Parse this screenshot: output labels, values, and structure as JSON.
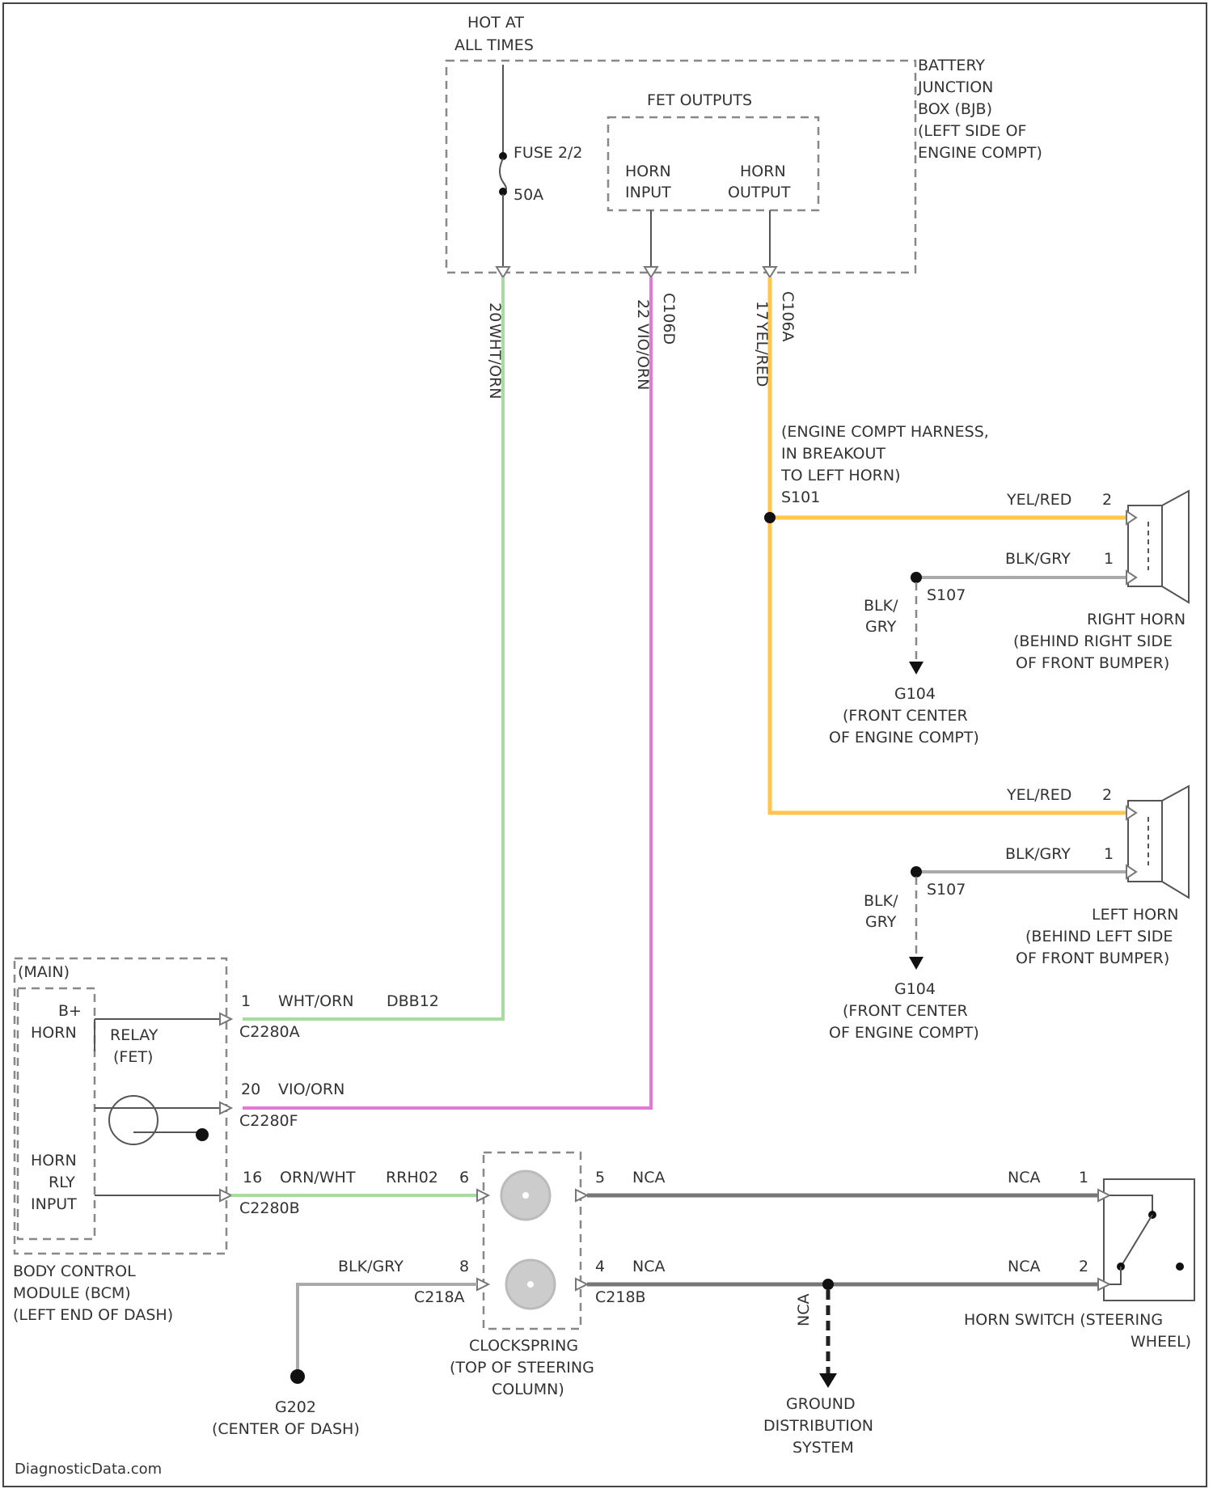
{
  "fuse": {
    "hot_1": "HOT AT",
    "hot_2": "ALL TIMES",
    "fuse_name": "FUSE 2/2",
    "fuse_amp": "50A"
  },
  "bjb": {
    "line1": "BATTERY",
    "line2": "JUNCTION",
    "line3": "BOX (BJB)",
    "line4": "(LEFT SIDE OF",
    "line5": "ENGINE COMPT)",
    "fet_title": "FET OUTPUTS",
    "horn_input_1": "HORN",
    "horn_input_2": "INPUT",
    "horn_output_1": "HORN",
    "horn_output_2": "OUTPUT"
  },
  "wire_labels": {
    "pin_a": "20",
    "pin_b": "22",
    "pin_c": "17",
    "wht_orn_vert": "WHT/ORN",
    "vio_orn_vert": "VIO/ORN",
    "yel_red_vert": "YEL/RED",
    "conn_a": "C106D",
    "conn_b": "C106A"
  },
  "harness": {
    "line1": "(ENGINE COMPT HARNESS,",
    "line2": "IN BREAKOUT",
    "line3": "TO LEFT HORN)",
    "splice": "S101"
  },
  "right_horn": {
    "yel_red": "YEL/RED",
    "pin2": "2",
    "blk_gry": "BLK/GRY",
    "pin1": "1",
    "splice": "S107",
    "blk": "BLK/",
    "gry": "GRY",
    "ground": "G104",
    "ground_loc1": "(FRONT CENTER",
    "ground_loc2": "OF ENGINE COMPT)",
    "name1": "RIGHT HORN",
    "name2": "(BEHIND RIGHT SIDE",
    "name3": "OF FRONT BUMPER)"
  },
  "left_horn": {
    "yel_red": "YEL/RED",
    "pin2": "2",
    "blk_gry": "BLK/GRY",
    "pin1": "1",
    "splice": "S107",
    "blk": "BLK/",
    "gry": "GRY",
    "ground": "G104",
    "ground_loc1": "(FRONT CENTER",
    "ground_loc2": "OF ENGINE COMPT)",
    "name1": "LEFT HORN",
    "name2": "(BEHIND LEFT SIDE",
    "name3": "OF FRONT BUMPER)"
  },
  "bcm": {
    "tag": "(MAIN)",
    "bplus": "B+",
    "horn": "HORN",
    "relay": "RELAY",
    "fet": "(FET)",
    "horn_rly1": "HORN",
    "horn_rly2": "RLY",
    "horn_rly3": "INPUT",
    "name1": "BODY CONTROL",
    "name2": "MODULE (BCM)",
    "name3": "(LEFT END OF DASH)",
    "w1_pin": "1",
    "w1_color": "WHT/ORN",
    "w1_code": "DBB12",
    "w1_conn": "C2280A",
    "w2_pin": "20",
    "w2_color": "VIO/ORN",
    "w2_conn": "C2280F",
    "w3_pin": "16",
    "w3_color": "ORN/WHT",
    "w3_code": "RRH02",
    "w3_conn": "C2280B"
  },
  "clockspring": {
    "in_pin_top": "6",
    "out_pin_top": "5",
    "nca_top": "NCA",
    "in_pin_bot": "8",
    "out_pin_bot": "4",
    "nca_bot": "NCA",
    "blk_gry": "BLK/GRY",
    "conn_in": "C218A",
    "conn_out": "C218B",
    "name1": "CLOCKSPRING",
    "name2": "(TOP OF STEERING",
    "name3": "COLUMN)"
  },
  "horn_switch": {
    "nca_top": "NCA",
    "pin_top": "1",
    "nca_bot": "NCA",
    "pin_bot": "2",
    "name1": "HORN SWITCH (STEERING",
    "name2": "WHEEL)"
  },
  "ground_dist": {
    "nca": "NCA",
    "line1": "GROUND",
    "line2": "DISTRIBUTION",
    "line3": "SYSTEM"
  },
  "g202": {
    "name": "G202",
    "loc": "(CENTER OF DASH)"
  },
  "watermark": "DiagnosticData.com",
  "colors": {
    "green": "#a6dca0",
    "pink": "#e07ad6",
    "yellow": "#ffc64a"
  }
}
